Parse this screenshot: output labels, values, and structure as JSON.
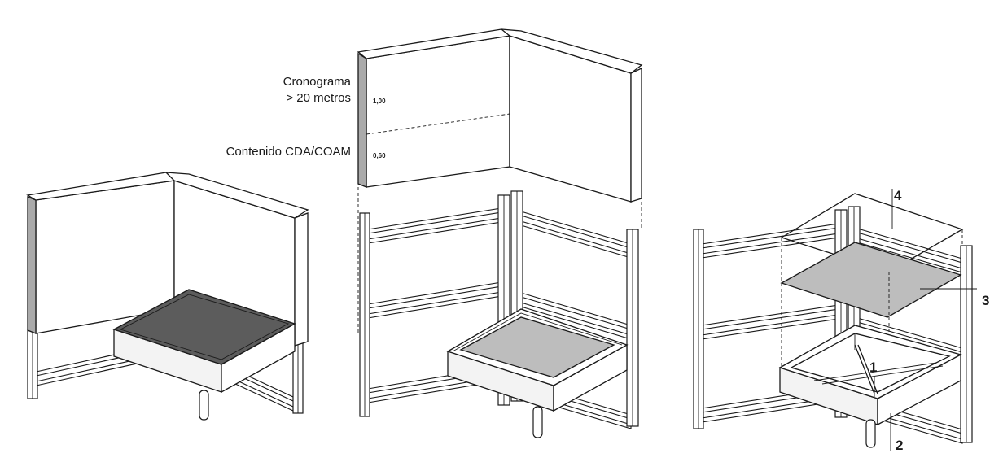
{
  "labels": {
    "timeline": "Cronograma",
    "length": "> 20 metros",
    "content": "Contenido CDA/COAM",
    "dim_upper": "1,00",
    "dim_lower": "0,60"
  },
  "callouts": {
    "n1": "1",
    "n2": "2",
    "n3": "3",
    "n4": "4"
  }
}
